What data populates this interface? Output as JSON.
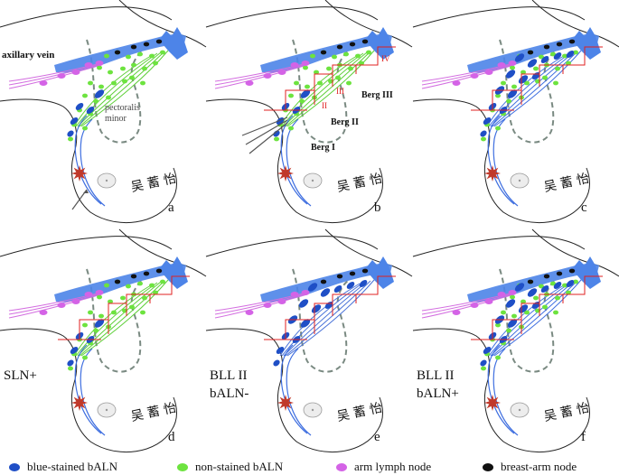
{
  "colors": {
    "blue_node": "#1f4fc6",
    "green_node": "#6de33f",
    "arm_node": "#d463e6",
    "breast_arm_node": "#111111",
    "lymph_blue": "#3f6fe0",
    "lymph_green": "#5fcf3a",
    "lymph_pink": "#d36ee0",
    "vein": "#4d84e8",
    "berg_line": "#e02020",
    "outline": "#222222",
    "muscle_dash": "#7a8a82",
    "tumor": "#c0392b"
  },
  "panels": [
    {
      "id": "a",
      "letter": "a",
      "labels": {
        "vein": "axillary vein",
        "muscle": "pectoralis\nminor"
      },
      "berg": false,
      "stained": "partial",
      "probe": "injection"
    },
    {
      "id": "b",
      "letter": "b",
      "labels": {
        "berg1": "Berg I",
        "berg2": "Berg II",
        "berg3": "Berg III",
        "r2": "II",
        "r3": "III",
        "r4": "IV"
      },
      "berg": true,
      "stained": "partial",
      "probe": "gamma"
    },
    {
      "id": "c",
      "letter": "c",
      "labels": {},
      "berg": true,
      "stained": "full"
    },
    {
      "id": "d",
      "letter": "d",
      "labels": {
        "side": "SLN+"
      },
      "berg": true,
      "stained": "partial"
    },
    {
      "id": "e",
      "letter": "e",
      "labels": {
        "side": "BLL II\nbALN-"
      },
      "berg": true,
      "stained": "none"
    },
    {
      "id": "f",
      "letter": "f",
      "labels": {
        "side": "BLL II\nbALN+"
      },
      "berg": true,
      "stained": "full"
    }
  ],
  "signature": "吴 蓄 怡",
  "legend": [
    {
      "key": "blue",
      "label": "blue-stained bALN",
      "color": "#1f4fc6"
    },
    {
      "key": "green",
      "label": "non-stained bALN",
      "color": "#6de33f"
    },
    {
      "key": "pink",
      "label": "arm lymph node",
      "color": "#d463e6"
    },
    {
      "key": "black",
      "label": "breast-arm node",
      "color": "#111111"
    }
  ]
}
